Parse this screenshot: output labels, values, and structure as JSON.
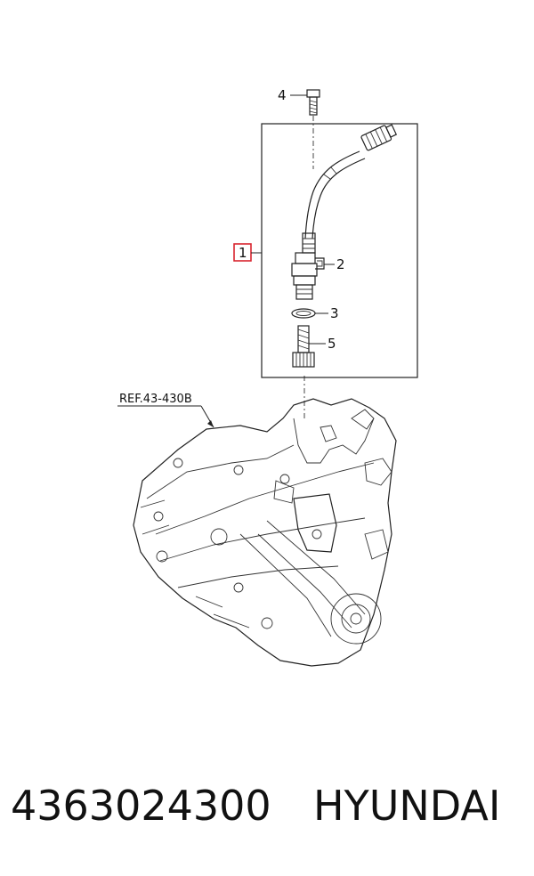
{
  "diagram": {
    "callouts": [
      {
        "id": "1",
        "label": "1",
        "highlighted": true
      },
      {
        "id": "2",
        "label": "2"
      },
      {
        "id": "3",
        "label": "3"
      },
      {
        "id": "4",
        "label": "4"
      },
      {
        "id": "5",
        "label": "5"
      }
    ],
    "reference_label": "REF.43-430B",
    "highlight_color": "#d9252f"
  },
  "caption": {
    "part_number": "4363024300",
    "brand": "HYUNDAI"
  }
}
